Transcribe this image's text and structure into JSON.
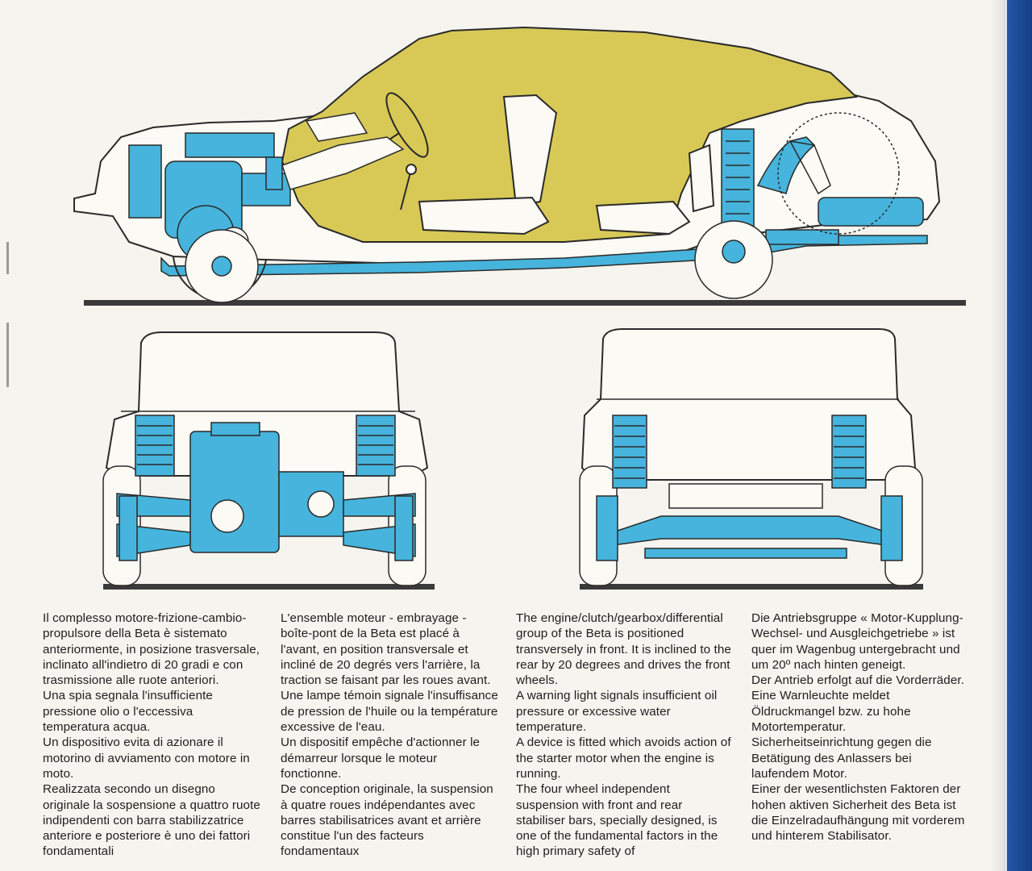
{
  "columns": {
    "it": [
      "Il complesso motore-frizione-cambio-propulsore della Beta è sistemato anteriormente, in posizione trasversale, inclinato all'indietro di 20 gradi e con trasmissione alle ruote anteriori.",
      "Una spia segnala l'insufficiente pressione olio o l'eccessiva temperatura acqua.",
      "Un dispositivo evita di azionare il motorino di avviamento con motore in moto.",
      "Realizzata secondo un disegno originale la sospensione a quattro ruote indipendenti con barra stabilizzatrice anteriore e posteriore è uno dei fattori fondamentali"
    ],
    "fr": [
      "L'ensemble moteur - embrayage - boîte-pont de la Beta est placé à l'avant, en position transversale et incliné de 20 degrés vers l'arrière, la traction se faisant par les roues avant.",
      "Une lampe témoin signale l'insuffisance de pression de l'huile ou la température excessive de l'eau.",
      "Un dispositif empêche d'actionner le démarreur lorsque le moteur fonctionne.",
      "De conception originale, la suspension à quatre roues indépendantes avec barres stabilisatrices avant et arrière constitue l'un des facteurs fondamentaux"
    ],
    "en": [
      "The engine/clutch/gearbox/differential group of the Beta is positioned transversely in front. It is inclined to the rear by 20 degrees and drives the front wheels.",
      "A warning light signals insufficient oil pressure or excessive water temperature.",
      "A device is fitted which avoids action of the starter motor when the engine is running.",
      "The four wheel independent suspension with front and rear stabiliser bars, specially designed, is one of the fundamental factors in the high primary safety of"
    ],
    "de": [
      "Die Antriebsgruppe « Motor-Kupplung-Wechsel- und Ausgleichgetriebe » ist quer im Wagenbug untergebracht und um 20º nach hinten geneigt.",
      "Der Antrieb erfolgt auf die Vorderräder.",
      "Eine Warnleuchte meldet Öldruckmangel bzw. zu hohe Motortemperatur. Sicherheitseinrichtung gegen die Betätigung des Anlassers bei laufendem Motor.",
      "Einer der wesentlichsten Faktoren der hohen aktiven Sicherheit des Beta ist die Einzelradaufhängung mit vorderem und hinterem Stabilisator."
    ]
  },
  "colors": {
    "cabin_yellow": "#d8c957",
    "mechanical_blue": "#46b4dc",
    "outline": "#2a2a2a",
    "cover_blue": "#1f4f9c"
  }
}
